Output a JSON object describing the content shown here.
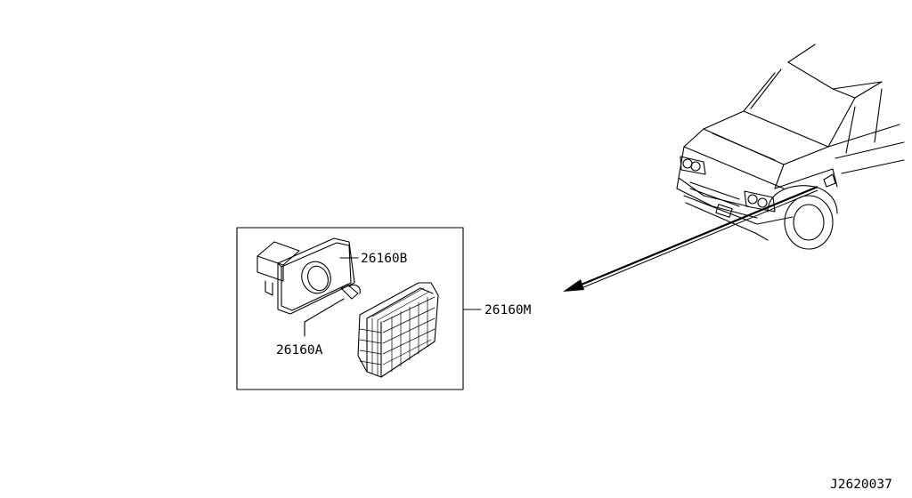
{
  "labels": {
    "part_b": "26160B",
    "part_a": "26160A",
    "part_m": "26160M",
    "diagram_code": "J2620037"
  },
  "icons": {
    "vehicle": "vehicle-front-icon",
    "socket": "lamp-socket-icon",
    "bulb": "bulb-icon",
    "lens": "side-marker-lens-icon",
    "arrow": "location-arrow-icon"
  },
  "colors": {
    "line": "#000000",
    "background": "#ffffff"
  }
}
